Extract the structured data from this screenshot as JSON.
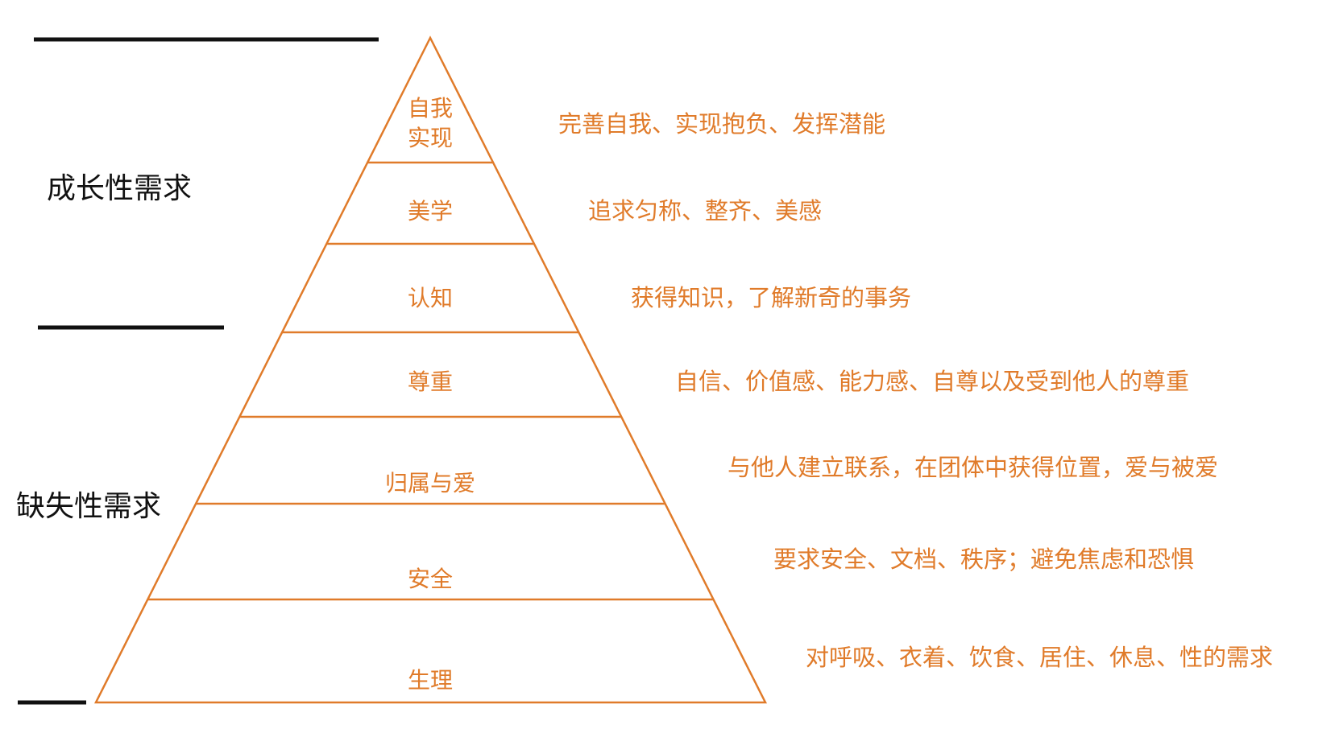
{
  "colors": {
    "accent": "#e07b2a",
    "ink": "#111111"
  },
  "groups": [
    {
      "label": "成长性需求"
    },
    {
      "label": "缺失性需求"
    }
  ],
  "tiers": [
    {
      "label_lines": [
        "自我",
        "实现"
      ],
      "description": "完善自我、实现抱负、发挥潜能"
    },
    {
      "label_lines": [
        "美学"
      ],
      "description": "追求匀称、整齐、美感"
    },
    {
      "label_lines": [
        "认知"
      ],
      "description": "获得知识，了解新奇的事务"
    },
    {
      "label_lines": [
        "尊重"
      ],
      "description": "自信、价值感、能力感、自尊以及受到他人的尊重"
    },
    {
      "label_lines": [
        "归属与爱"
      ],
      "description": "与他人建立联系，在团体中获得位置，爱与被爱"
    },
    {
      "label_lines": [
        "安全"
      ],
      "description": "要求安全、文档、秩序；避免焦虑和恐惧"
    },
    {
      "label_lines": [
        "生理"
      ],
      "description": "对呼吸、衣着、饮食、居住、休息、性的需求"
    }
  ]
}
